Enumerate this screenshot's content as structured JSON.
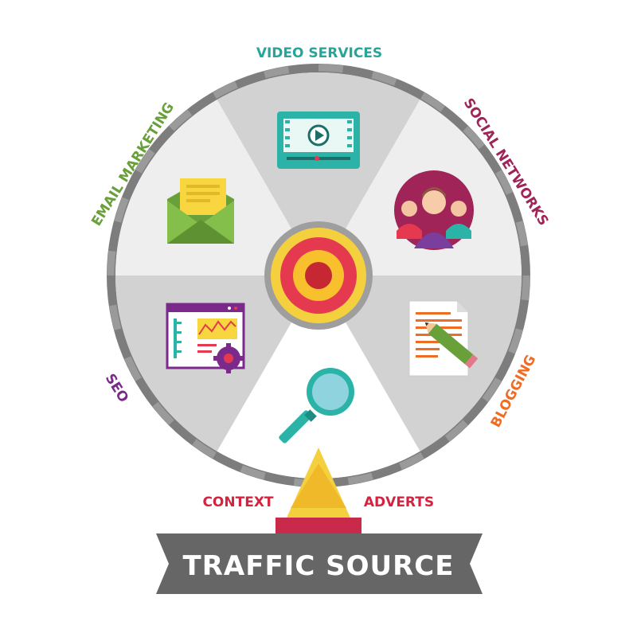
{
  "title": "TRAFFIC SOURCE",
  "labels": {
    "video_services": "VIDEO SERVICES",
    "social_networks": "SOCIAL NETWORKS",
    "blogging": "BLOGGING",
    "seo": "SEO",
    "email_marketing": "EMAIL MARKETING",
    "context": "CONTEXT",
    "adverts": "ADVERTS"
  },
  "colors": {
    "video_services": "#26a69a",
    "social_networks": "#a02458",
    "blogging": "#ef6c24",
    "seo": "#7b2a8c",
    "email_marketing": "#6aa03a",
    "context": "#d6223f",
    "adverts": "#d6223f",
    "banner": "#666666",
    "rim": "#7d7d7d",
    "sector_light": "#eeeeee",
    "sector_dark": "#d2d2d2"
  },
  "icons": {
    "video": "video-player-icon",
    "social": "people-group-icon",
    "blog": "document-pencil-icon",
    "search": "magnifier-icon",
    "seo": "analytics-window-gear-icon",
    "email": "envelope-letter-icon",
    "target": "target-icon",
    "pointer": "pyramid-pointer-icon"
  }
}
